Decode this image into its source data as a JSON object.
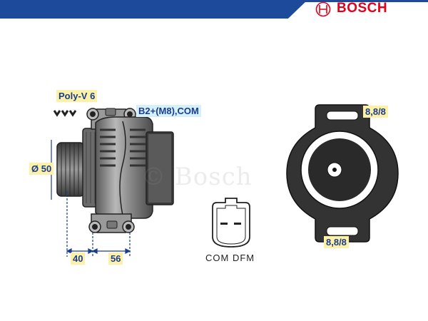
{
  "header": {
    "brand_name": "BOSCH",
    "brand_color": "#e2001a",
    "band_color": "#1e4a9c"
  },
  "alternator": {
    "pulley_label": "Poly-V 6",
    "pulley_diameter_label": "Ø 50",
    "terminal_label": "B2+(M8),COM",
    "dim_left_label": "40",
    "dim_right_label": "56"
  },
  "connector": {
    "pin_labels": "COM  DFM"
  },
  "rear_view": {
    "top_mount_label": "8,8/8",
    "bottom_mount_label": "8,8/8"
  },
  "watermark": "© Bosch",
  "colors": {
    "label_bg": "#fcf1a6",
    "label_text": "#1a3d8f",
    "terminal_label_bg": "#d6f0fa",
    "dimension_line": "#1a3d8f"
  }
}
